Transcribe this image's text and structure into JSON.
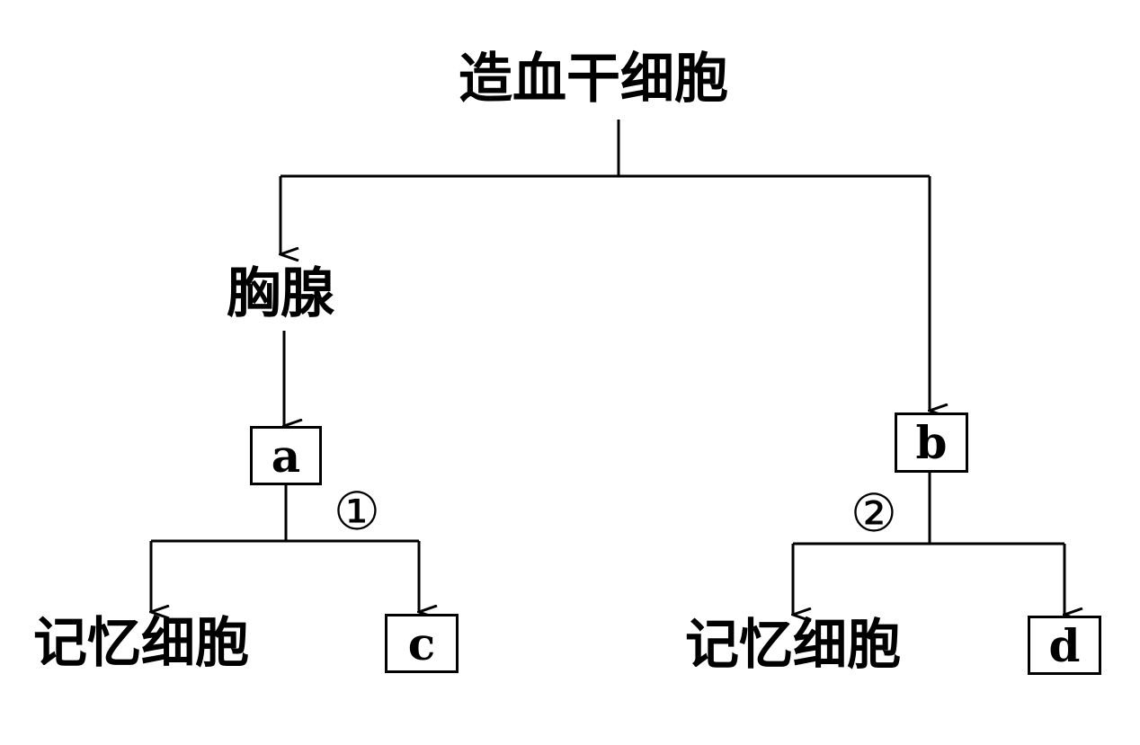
{
  "diagram": {
    "root": "造血干细胞",
    "left_organ": "胸腺",
    "left_cell": "a",
    "right_cell": "b",
    "left_process": "①",
    "right_process": "②",
    "left_child_1": "记忆细胞",
    "left_child_2": "c",
    "right_child_1": "记忆细胞",
    "right_child_2": "d"
  }
}
